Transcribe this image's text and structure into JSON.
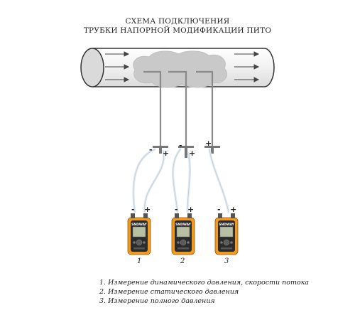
{
  "title": {
    "line1": "СХЕМА ПОДКЛЮЧЕНИЯ",
    "line2": "ТРУБКИ НАПОРНОЙ МОДИФИКАЦИИ ПИТО"
  },
  "polarity": {
    "minus": "-",
    "plus": "+"
  },
  "devices": [
    {
      "number": "1",
      "brand": "SNDWAY",
      "case_color": "#f29a1d"
    },
    {
      "number": "2",
      "brand": "SNDWAY",
      "case_color": "#f29a1d"
    },
    {
      "number": "3",
      "brand": "SNDWAY",
      "case_color": "#f29a1d"
    }
  ],
  "legend": [
    "1. Измерение динамического давления, скорости потока",
    "2. Измерение статического давления",
    "3. Измерение полного давления"
  ],
  "colors": {
    "pipe_stroke": "#333333",
    "pipe_fill": "#f4f4f4",
    "cloud": "#c9c9c9",
    "tube_hose": "#e6eef5",
    "probe": "#999999",
    "device_body": "#f29a1d"
  }
}
